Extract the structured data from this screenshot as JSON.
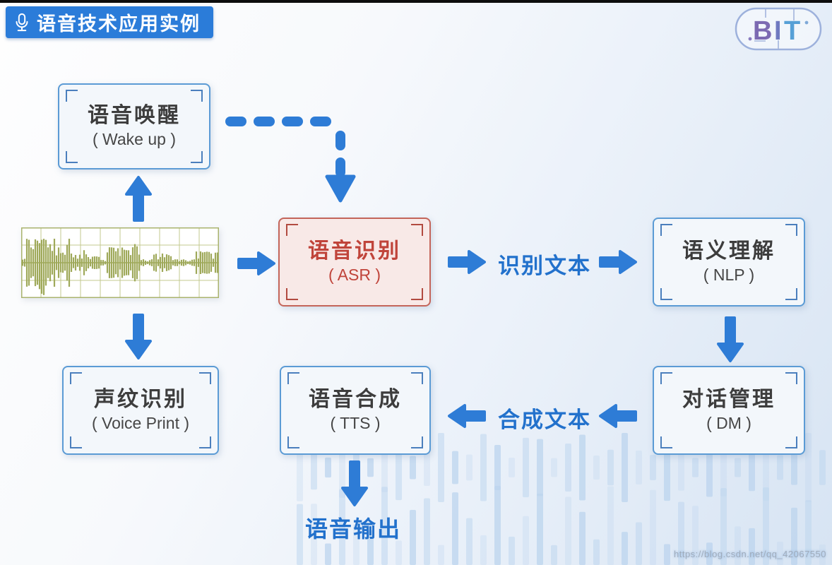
{
  "header": {
    "badge": {
      "icon": "microphone-icon",
      "label": "语音技术应用实例"
    },
    "logo": {
      "letters": [
        "B",
        "I",
        "T"
      ],
      "alt": "BIT"
    }
  },
  "nodes": {
    "wake": {
      "title": "语音唤醒",
      "subtitle": "( Wake up )"
    },
    "asr": {
      "title": "语音识别",
      "subtitle": "( ASR )"
    },
    "nlp": {
      "title": "语义理解",
      "subtitle": "( NLP )"
    },
    "dm": {
      "title": "对话管理",
      "subtitle": "( DM )"
    },
    "tts": {
      "title": "语音合成",
      "subtitle": "( TTS )"
    },
    "voiceprint": {
      "title": "声纹识别",
      "subtitle": "( Voice Print )"
    }
  },
  "edge_labels": {
    "recognized_text": "识别文本",
    "synthesized_text": "合成文本",
    "speech_output": "语音输出"
  },
  "watermark": "https://blog.csdn.net/qq_42067550",
  "colors": {
    "accent_blue": "#2b7cd9",
    "arrow_blue": "#2e7cd6",
    "asr_red": "#c0504d",
    "node_border_blue": "#5b9bd5",
    "waveform_olive": "#9fa95a",
    "eq_bar_fill": "#bcd4ee"
  }
}
